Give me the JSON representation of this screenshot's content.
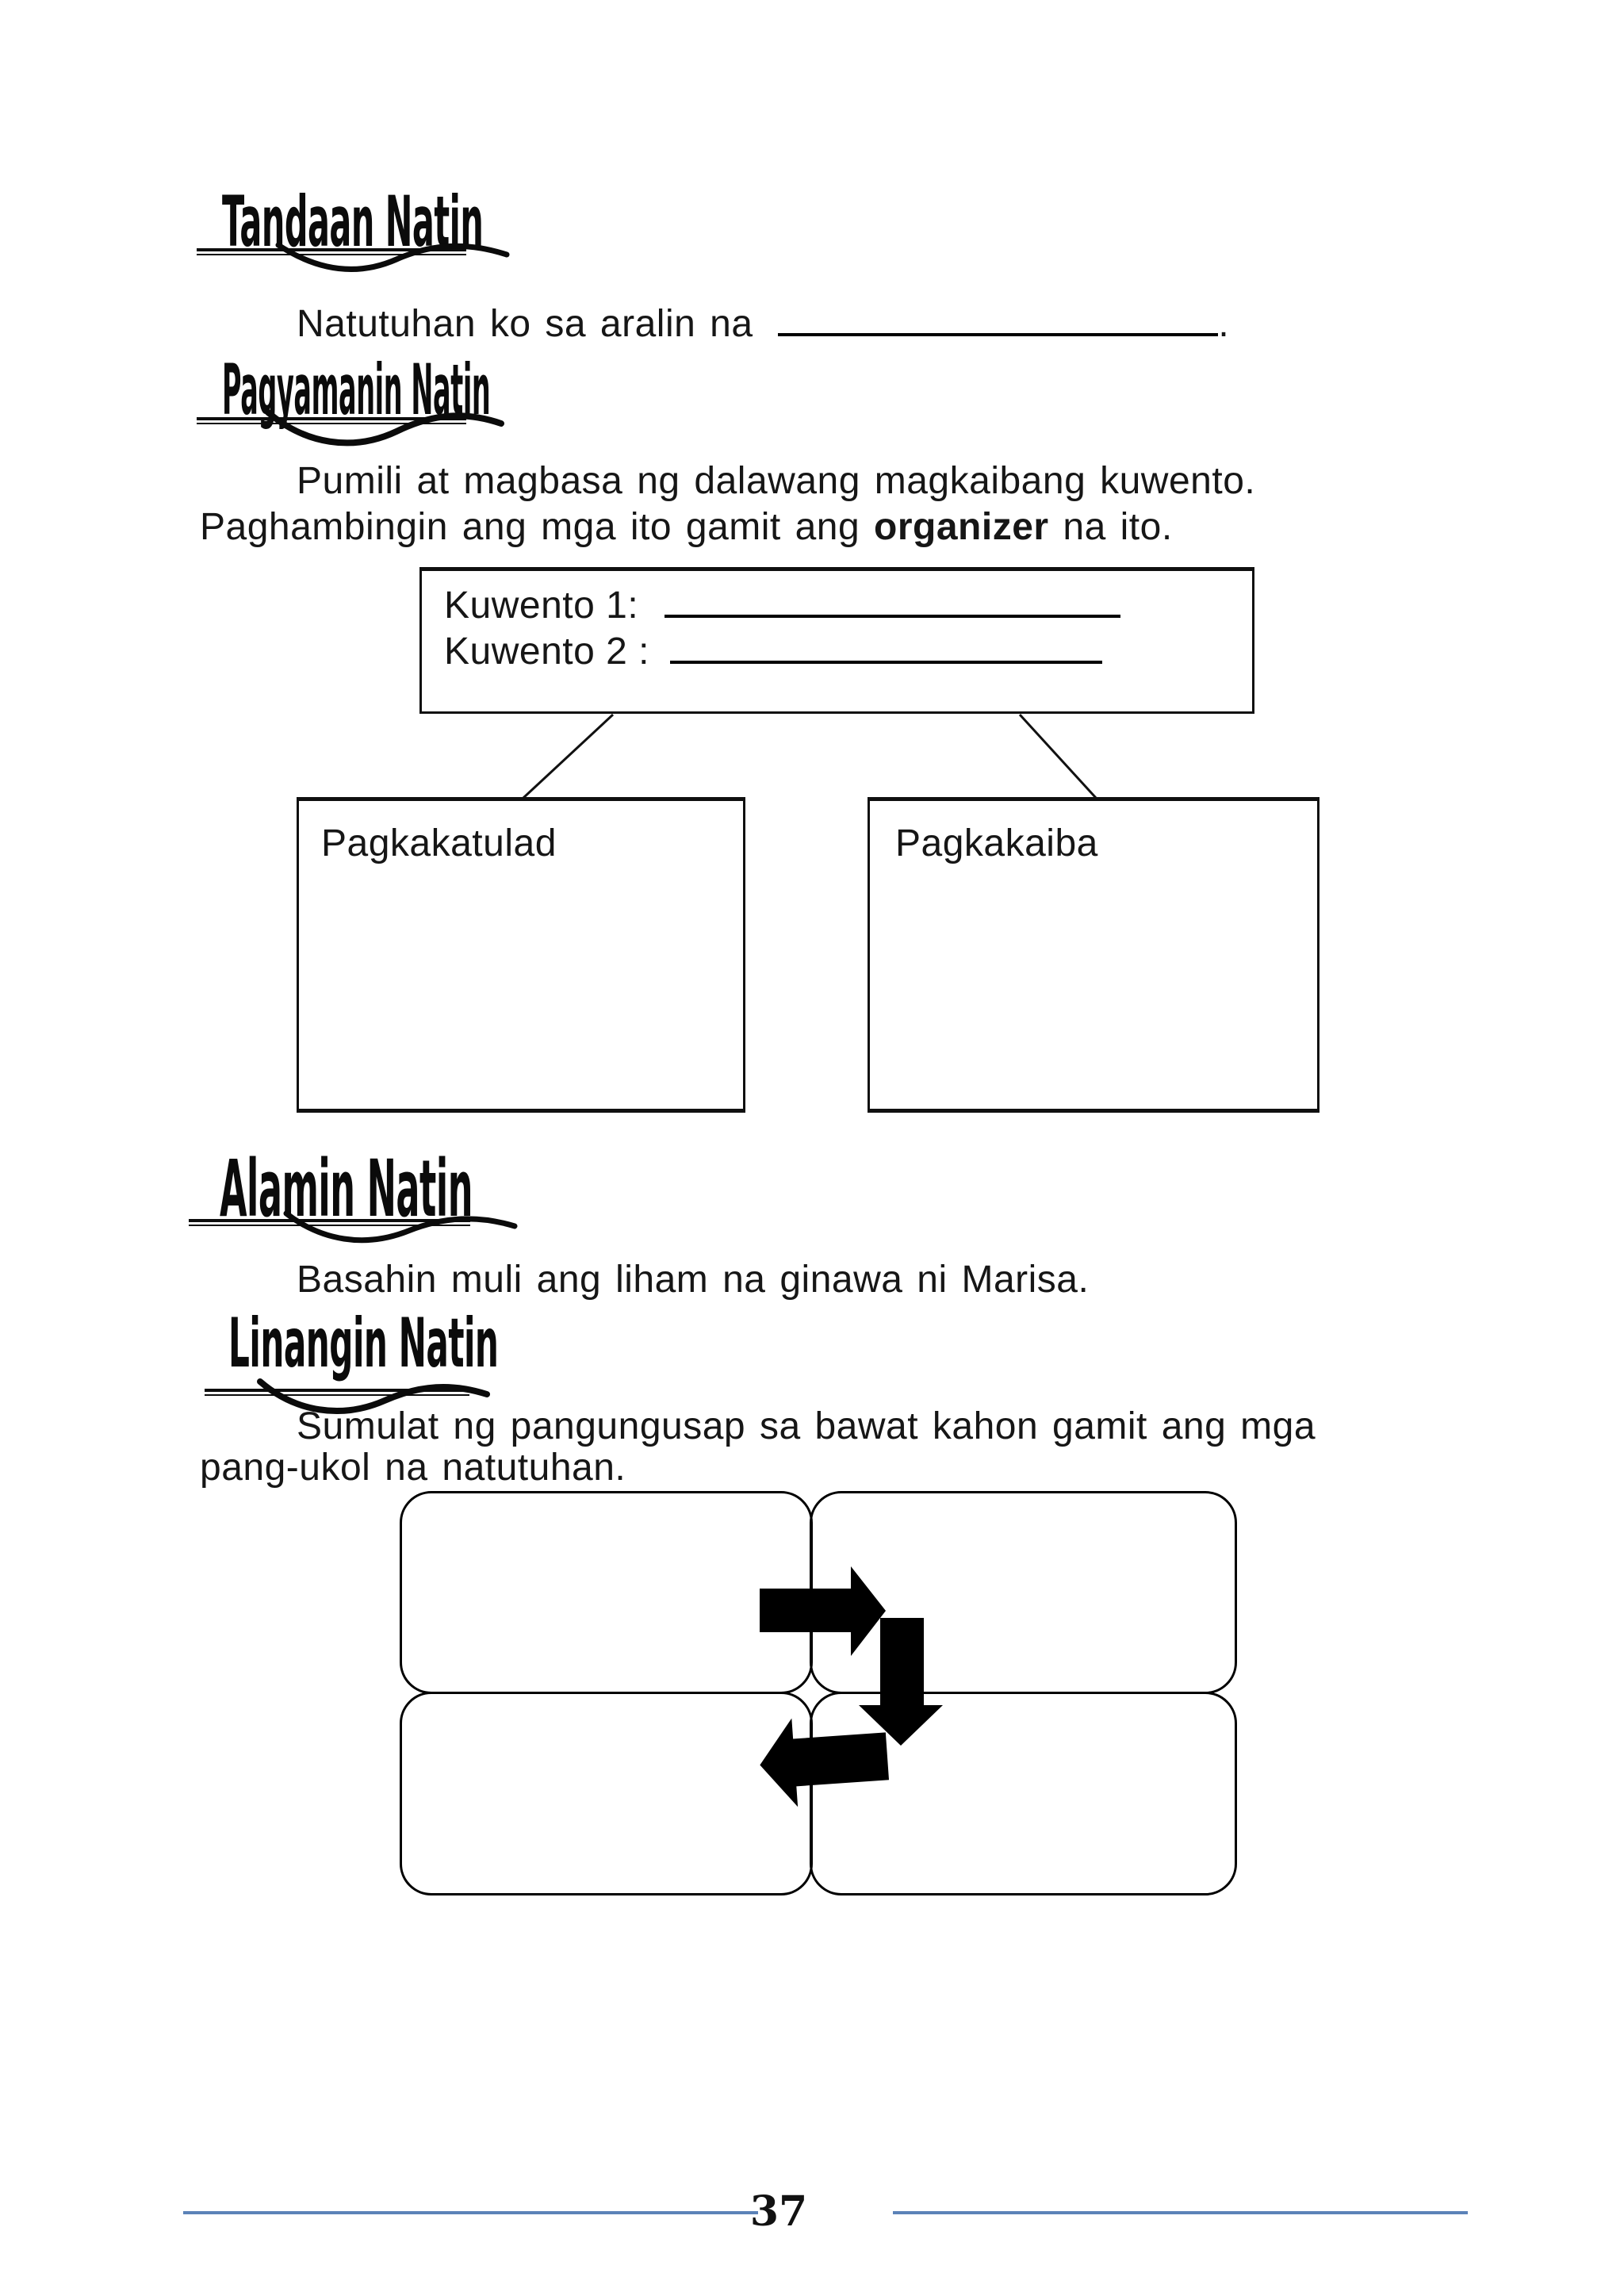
{
  "sections": {
    "tandaan": {
      "heading": "Tandaan Natin",
      "sentence_prefix": "Natutuhan ko sa aralin na",
      "sentence_suffix": "."
    },
    "pagyamanin": {
      "heading": "Pagyamanin Natin",
      "line1": "Pumili at magbasa ng dalawang magkaibang kuwento.",
      "line2_pre": "Paghambingin ang mga ito gamit ang ",
      "line2_bold": "organizer",
      "line2_post": " na ito.",
      "organizer": {
        "story1_label": "Kuwento 1:",
        "story2_label": "Kuwento 2 :",
        "similarities_label": "Pagkakatulad",
        "differences_label": "Pagkakaiba"
      }
    },
    "alamin": {
      "heading": "Alamin Natin",
      "sentence": "Basahin muli ang liham na ginawa ni Marisa."
    },
    "linangin": {
      "heading": "Linangin Natin",
      "line1": "Sumulat ng pangungusap sa bawat kahon gamit ang mga",
      "line2": "pang-ukol na natutuhan."
    }
  },
  "icons": {
    "cycle_arrows": [
      "arrow-right-icon",
      "arrow-down-icon",
      "arrow-left-icon"
    ]
  },
  "footer": {
    "page_number": "37",
    "rule_color": "#5b82b8"
  }
}
